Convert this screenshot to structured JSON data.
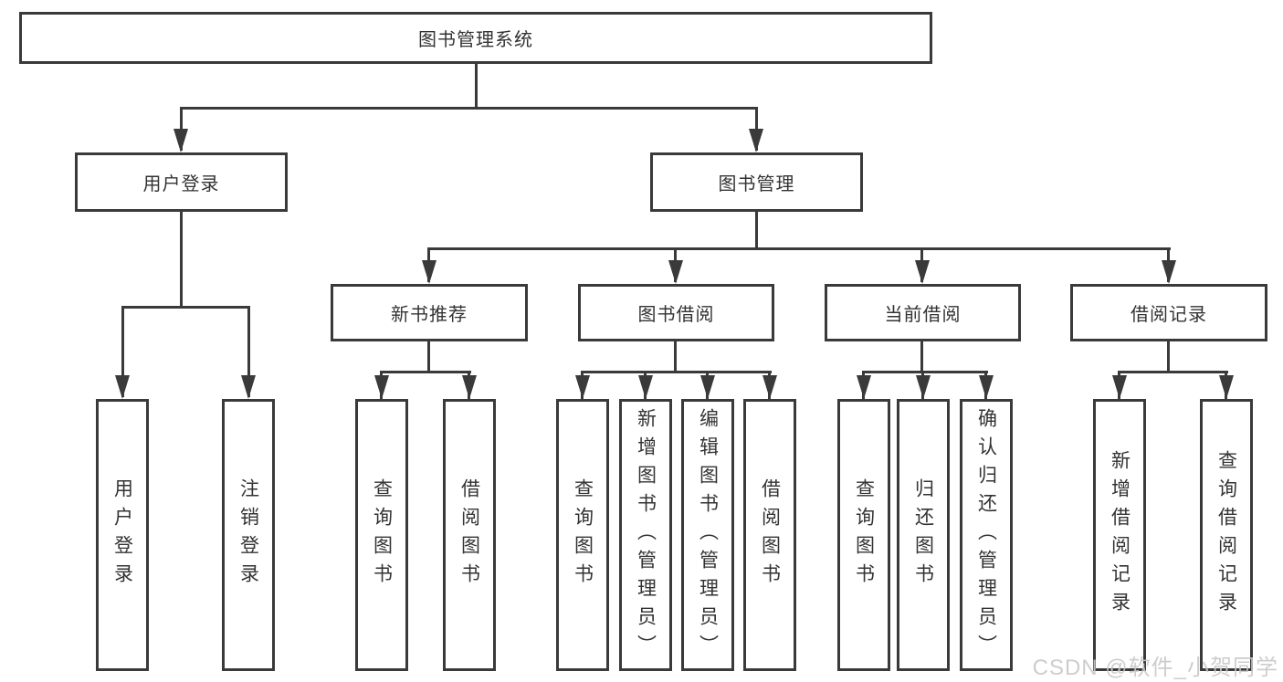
{
  "tree": {
    "root": {
      "label": "图书管理系统"
    },
    "level2": [
      {
        "label": "用户登录",
        "leaves": [
          {
            "label": "用户登录"
          },
          {
            "label": "注销登录"
          }
        ]
      },
      {
        "label": "图书管理",
        "children": [
          {
            "label": "新书推荐",
            "leaves": [
              {
                "label": "查询图书"
              },
              {
                "label": "借阅图书"
              }
            ]
          },
          {
            "label": "图书借阅",
            "leaves": [
              {
                "label": "查询图书"
              },
              {
                "label": "新增图书（管理员）"
              },
              {
                "label": "编辑图书（管理员）"
              },
              {
                "label": "借阅图书"
              }
            ]
          },
          {
            "label": "当前借阅",
            "leaves": [
              {
                "label": "查询图书"
              },
              {
                "label": "归还图书"
              },
              {
                "label": "确认归还（管理员）"
              }
            ]
          },
          {
            "label": "借阅记录",
            "leaves": [
              {
                "label": "新增借阅记录"
              },
              {
                "label": "查询借阅记录"
              }
            ]
          }
        ]
      }
    ]
  },
  "watermark": {
    "text": "CSDN @软件_小贺同学"
  },
  "colors": {
    "line": "#3a3a3a",
    "text": "#333333",
    "watermark": "#c8c8c8",
    "background": "#ffffff"
  }
}
